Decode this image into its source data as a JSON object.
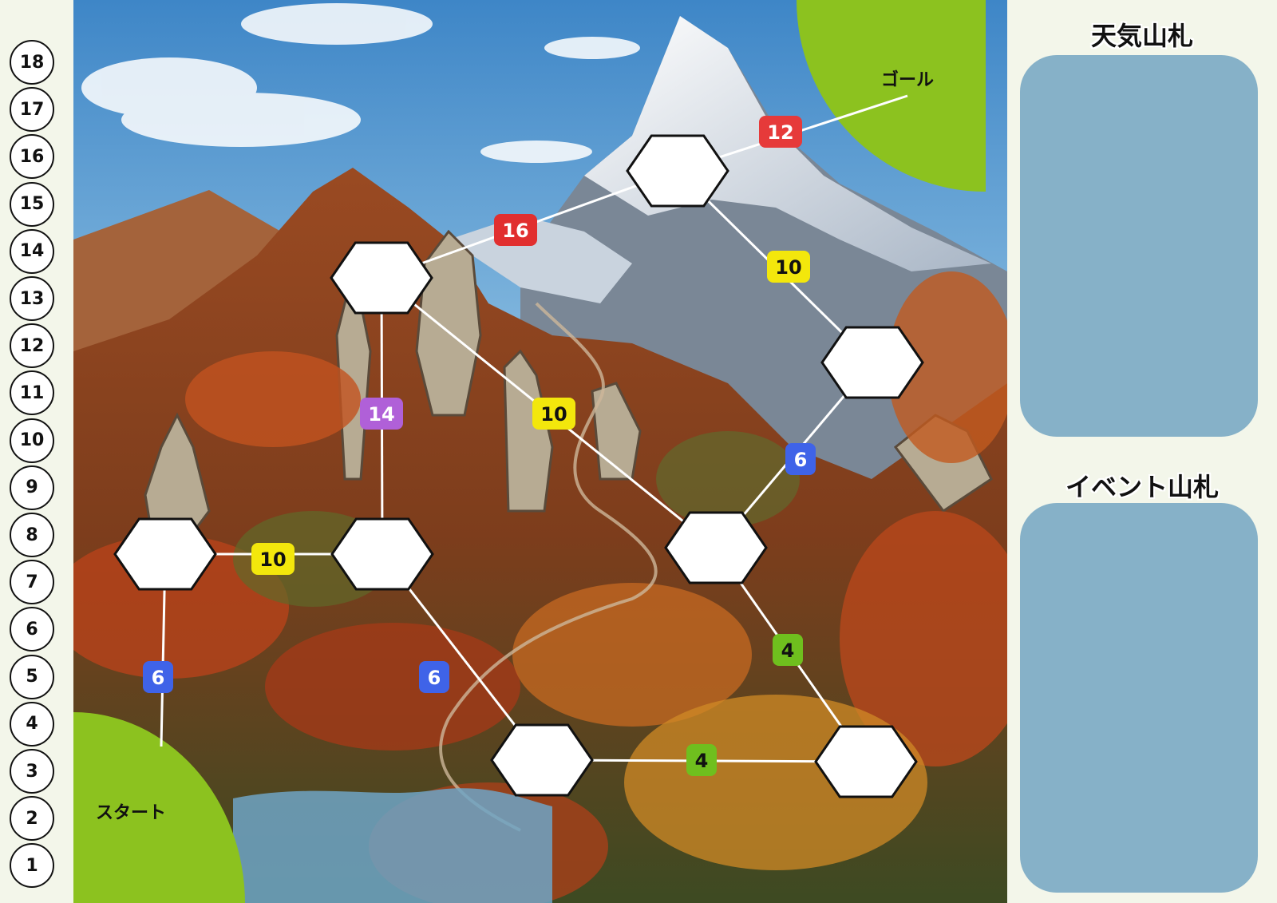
{
  "track": {
    "numbers": [
      "18",
      "17",
      "16",
      "15",
      "14",
      "13",
      "12",
      "11",
      "10",
      "9",
      "8",
      "7",
      "6",
      "5",
      "4",
      "3",
      "2",
      "1"
    ]
  },
  "board": {
    "start_label": "スタート",
    "goal_label": "ゴール",
    "colors": {
      "zone_green": "#8cc21f",
      "route": "#ffffff",
      "cost_4": "#6fbf1e",
      "cost_6": "#3f63e8",
      "cost_10": "#f3e70c",
      "cost_12": "#e63a3a",
      "cost_14": "#b060d8",
      "cost_16": "#e12f2f"
    },
    "spaces": [
      {
        "id": "s1",
        "name": "space-left-low"
      },
      {
        "id": "s2",
        "name": "space-center-low"
      },
      {
        "id": "s3",
        "name": "space-upper-left"
      },
      {
        "id": "s4",
        "name": "space-summit"
      },
      {
        "id": "s5",
        "name": "space-right-high"
      },
      {
        "id": "s6",
        "name": "space-right-mid"
      },
      {
        "id": "s7",
        "name": "space-bottom-center"
      },
      {
        "id": "s8",
        "name": "space-bottom-right"
      }
    ],
    "routes": [
      {
        "from": "start",
        "to": "s1",
        "cost": "6",
        "color": "cost_6"
      },
      {
        "from": "s1",
        "to": "s2",
        "cost": "10",
        "color": "cost_10"
      },
      {
        "from": "s2",
        "to": "s3",
        "cost": "14",
        "color": "cost_14"
      },
      {
        "from": "s3",
        "to": "s4",
        "cost": "16",
        "color": "cost_16"
      },
      {
        "from": "s4",
        "to": "goal",
        "cost": "12",
        "color": "cost_12"
      },
      {
        "from": "s4",
        "to": "s5",
        "cost": "10",
        "color": "cost_10"
      },
      {
        "from": "s3",
        "to": "s6",
        "cost": "10",
        "color": "cost_10"
      },
      {
        "from": "s6",
        "to": "s5",
        "cost": "6",
        "color": "cost_6"
      },
      {
        "from": "s2",
        "to": "s7",
        "cost": "6",
        "color": "cost_6"
      },
      {
        "from": "s7",
        "to": "s8",
        "cost": "4",
        "color": "cost_4"
      },
      {
        "from": "s8",
        "to": "s6",
        "cost": "4",
        "color": "cost_4"
      }
    ]
  },
  "decks": {
    "weather_title": "天気山札",
    "event_title": "イベント山札",
    "slot_color": "#86b1c8"
  }
}
